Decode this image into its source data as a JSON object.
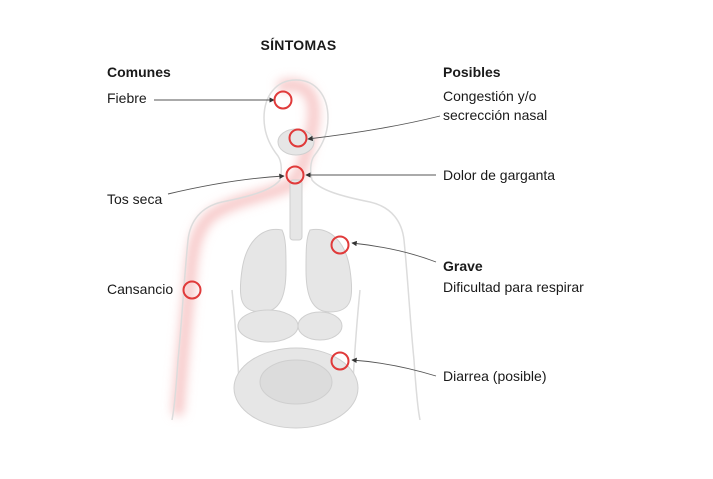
{
  "title": "SÍNTOMAS",
  "common": {
    "header": "Comunes",
    "items": [
      "Fiebre",
      "Tos seca",
      "Cansancio"
    ]
  },
  "possible": {
    "header": "Posibles",
    "congestion_line1": "Congestión y/o",
    "congestion_line2": "secrección nasal",
    "throat": "Dolor de garganta",
    "diarrhea": "Diarrea (posible)"
  },
  "severe": {
    "header": "Grave",
    "item": "Dificultad para respirar"
  },
  "colors": {
    "marker": "#e03a3a",
    "glow": "#f7c9c9",
    "body_outline": "#d8d8d8",
    "organs": "#e4e4e4",
    "leader": "#555555"
  }
}
